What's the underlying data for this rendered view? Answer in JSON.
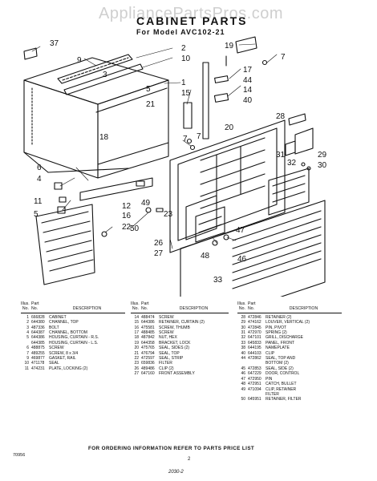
{
  "watermark": "AppliancePartsPros.com",
  "title": "CABINET PARTS",
  "model_line": "For Model AVC102-21",
  "callouts": [
    "37",
    "9",
    "3",
    "2",
    "10",
    "1",
    "19",
    "5",
    "7",
    "17",
    "44",
    "15",
    "14",
    "40",
    "21",
    "18",
    "7",
    "20",
    "28",
    "29",
    "30",
    "31",
    "32",
    "6",
    "4",
    "11",
    "5",
    "12",
    "16",
    "22",
    "49",
    "23",
    "50",
    "26",
    "27",
    "47",
    "46",
    "48",
    "33",
    "7"
  ],
  "table": {
    "headers": {
      "illus": "Illus.",
      "no": "No.",
      "part": "Part",
      "part_no": "No.",
      "description": "DESCRIPTION"
    },
    "col1": [
      {
        "no": "1",
        "pn": "666828",
        "desc": "CABINET"
      },
      {
        "no": "2",
        "pn": "644380",
        "desc": "CHANNEL, TOP"
      },
      {
        "no": "3",
        "pn": "487336",
        "desc": "BOLT"
      },
      {
        "no": "4",
        "pn": "644387",
        "desc": "CHANNEL, BOTTOM"
      },
      {
        "no": "5",
        "pn": "644386",
        "desc": "HOUSING, CURTAIN - R.S."
      },
      {
        "no": "",
        "pn": "644385",
        "desc": "HOUSING, CURTAIN - L.S."
      },
      {
        "no": "6",
        "pn": "488875",
        "desc": "SCREW"
      },
      {
        "no": "7",
        "pn": "489255",
        "desc": "SCREW, 8 x 3/4"
      },
      {
        "no": "9",
        "pn": "469877",
        "desc": "GASKET, RAIL"
      },
      {
        "no": "10",
        "pn": "471178",
        "desc": "SEAL"
      },
      {
        "no": "11",
        "pn": "474231",
        "desc": "PLATE, LOCKING (2)"
      }
    ],
    "col2": [
      {
        "no": "14",
        "pn": "488474",
        "desc": "SCREW"
      },
      {
        "no": "15",
        "pn": "644386",
        "desc": "RETAINER, CURTAIN (2)"
      },
      {
        "no": "16",
        "pn": "475581",
        "desc": "SCREW, THUMB"
      },
      {
        "no": "17",
        "pn": "488485",
        "desc": "SCREW"
      },
      {
        "no": "18",
        "pn": "487842",
        "desc": "NUT, HEX"
      },
      {
        "no": "19",
        "pn": "644358",
        "desc": "BRACKET, LOCK"
      },
      {
        "no": "20",
        "pn": "475765",
        "desc": "SEAL, SIDES (2)"
      },
      {
        "no": "21",
        "pn": "476794",
        "desc": "SEAL, TOP"
      },
      {
        "no": "22",
        "pn": "472597",
        "desc": "SEAL, STRIP"
      },
      {
        "no": "23",
        "pn": "659836",
        "desc": "FILTER"
      },
      {
        "no": "26",
        "pn": "489486",
        "desc": "CLIP (2)"
      },
      {
        "no": "27",
        "pn": "647160",
        "desc": "FRONT ASSEMBLY"
      }
    ],
    "col3": [
      {
        "no": "28",
        "pn": "472846",
        "desc": "RETAINER (2)"
      },
      {
        "no": "29",
        "pn": "474162",
        "desc": "LOUVER, VERTICAL (2)"
      },
      {
        "no": "30",
        "pn": "472845",
        "desc": "PIN, PIVOT"
      },
      {
        "no": "31",
        "pn": "472970",
        "desc": "SPRING (2)"
      },
      {
        "no": "32",
        "pn": "647101",
        "desc": "GRILL, DISCHARGE"
      },
      {
        "no": "33",
        "pn": "645833",
        "desc": "PANEL, FRONT"
      },
      {
        "no": "38",
        "pn": "644195",
        "desc": "NAMEPLATE"
      },
      {
        "no": "40",
        "pn": "644103",
        "desc": "CLIP"
      },
      {
        "no": "44",
        "pn": "472862",
        "desc": "SEAL, TOP AND"
      },
      {
        "no": "",
        "pn": "",
        "desc": "BOTTOM (2)"
      },
      {
        "no": "45",
        "pn": "472853",
        "desc": "SEAL, SIDE (2)"
      },
      {
        "no": "46",
        "pn": "647229",
        "desc": "DOOR, CONTROL"
      },
      {
        "no": "47",
        "pn": "472950",
        "desc": "PIN"
      },
      {
        "no": "48",
        "pn": "472951",
        "desc": "CATCH, BULLET"
      },
      {
        "no": "49",
        "pn": "471094",
        "desc": "CLIP, RETAINER"
      },
      {
        "no": "",
        "pn": "",
        "desc": "FILTER"
      },
      {
        "no": "50",
        "pn": "645951",
        "desc": "RETAINER, FILTER"
      }
    ]
  },
  "footer": "FOR ORDERING INFORMATION REFER TO PARTS PRICE LIST",
  "page_number": "2",
  "doc_code": "70956",
  "bottom_code": "2030-2"
}
